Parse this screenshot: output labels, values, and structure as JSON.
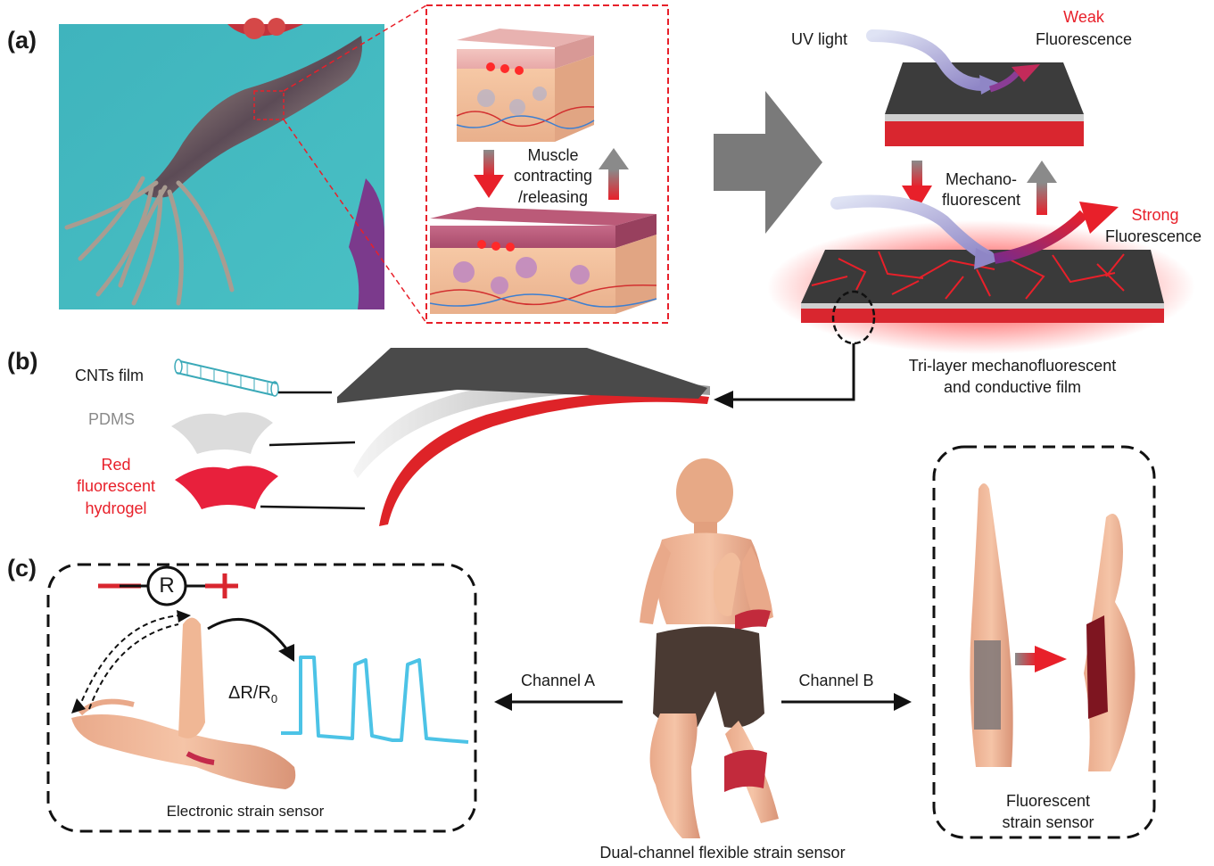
{
  "panels": {
    "a": "(a)",
    "b": "(b)",
    "c": "(c)"
  },
  "panel_a": {
    "muscle_label": [
      "Muscle",
      "contracting",
      "/releasing"
    ],
    "uv_light": "UV light",
    "weak": "Weak",
    "fluorescence_1": "Fluorescence",
    "mechano_label": [
      "Mechano-",
      "fluorescent"
    ],
    "strong": "Strong",
    "fluorescence_2": "Fluorescence",
    "film_caption": [
      "Tri-layer mechanofluorescent",
      "and conductive film"
    ]
  },
  "panel_b": {
    "cnts": "CNTs film",
    "pdms": "PDMS",
    "hydrogel": [
      "Red",
      "fluorescent",
      "hydrogel"
    ]
  },
  "panel_c": {
    "resistor": "R",
    "delta_r": "ΔR/R",
    "delta_r_sub": "0",
    "electronic_caption": "Electronic strain sensor",
    "channel_a": "Channel A",
    "channel_b": "Channel B",
    "dual_caption": "Dual-channel flexible strain sensor",
    "fluor_caption": [
      "Fluorescent",
      "strain sensor"
    ]
  },
  "colors": {
    "accent_red": "#e8202a",
    "signal_blue": "#4cc3e6",
    "arrow_grey": "#7a7a7a",
    "water_teal": "#41b8c0",
    "skin": "#f0b795"
  },
  "icons": [
    "squid-photo",
    "skin-block-icon",
    "film-block-icon",
    "cnt-tube-icon",
    "human-figure-icon",
    "arm-icon"
  ]
}
